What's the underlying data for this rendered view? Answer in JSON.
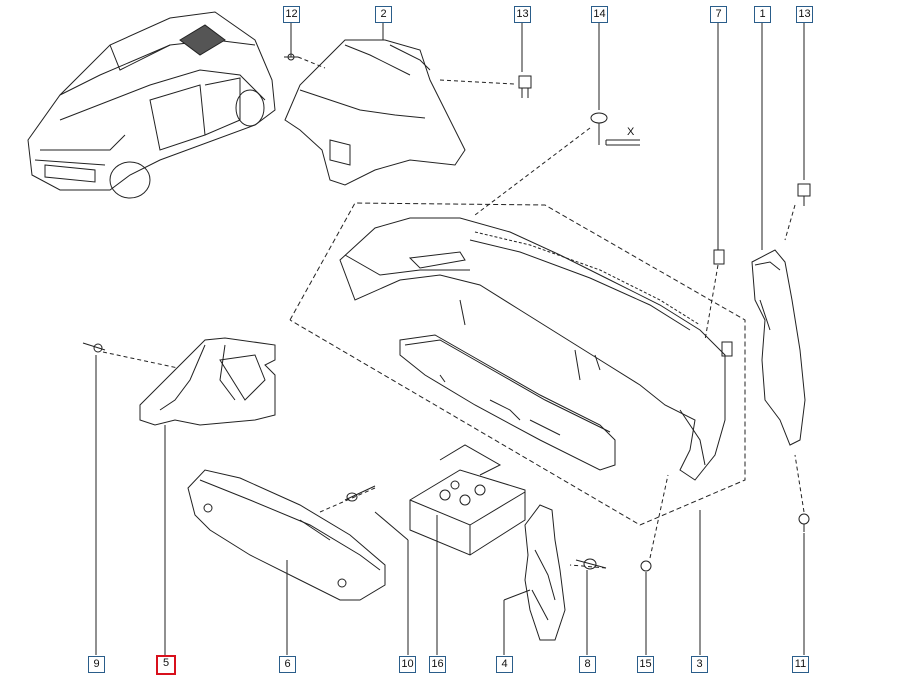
{
  "callouts": {
    "c12": "12",
    "c2": "2",
    "c13a": "13",
    "c14": "14",
    "c7": "7",
    "c1": "1",
    "c13b": "13",
    "c9": "9",
    "c5": "5",
    "c6": "6",
    "c10": "10",
    "c16": "16",
    "c4": "4",
    "c8": "8",
    "c15": "15",
    "c3": "3",
    "c11": "11"
  },
  "selected_callout": "5",
  "axis_label": "X",
  "colors": {
    "callout_border": "#2a5d8a",
    "selected_border": "#d8101c",
    "line": "#222222"
  }
}
